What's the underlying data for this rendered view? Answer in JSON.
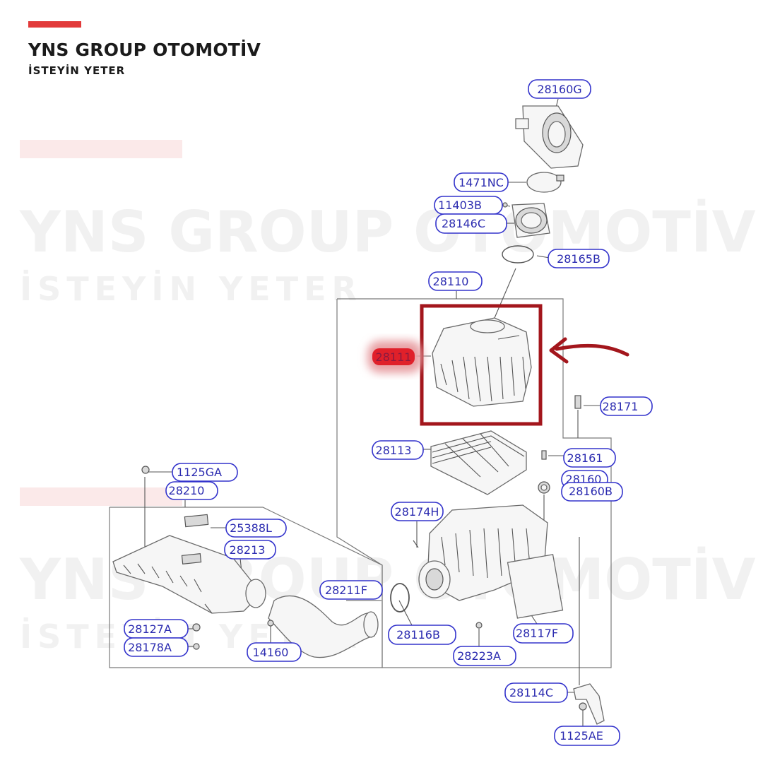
{
  "brand": {
    "title": "YNS GROUP OTOMOTİV",
    "subtitle": "İSTEYİN YETER",
    "accent_color": "#e23a3a"
  },
  "watermark": {
    "title": "YNS GROUP OTOMOTİV",
    "subtitle": "İSTEYİN YETER"
  },
  "highlight": {
    "part": "28111",
    "box_color": "#a3161c",
    "arrow_color": "#a3161c",
    "label_fill": "#e0202a"
  },
  "labels": {
    "l28160G": "28160G",
    "l1471NC": "1471NC",
    "l11403B": "11403B",
    "l28146C": "28146C",
    "l28165B": "28165B",
    "l28110": "28110",
    "l28111": "28111",
    "l28171": "28171",
    "l28113": "28113",
    "l28161": "28161",
    "l28160": "28160",
    "l28160B": "28160B",
    "l1125GA": "1125GA",
    "l28210": "28210",
    "l28174H": "28174H",
    "l25388L": "25388L",
    "l28213": "28213",
    "l28211F": "28211F",
    "l28127A": "28127A",
    "l28178A": "28178A",
    "l14160": "14160",
    "l28116B": "28116B",
    "l28223A": "28223A",
    "l28117F": "28117F",
    "l28114C": "28114C",
    "l1125AE": "1125AE"
  }
}
